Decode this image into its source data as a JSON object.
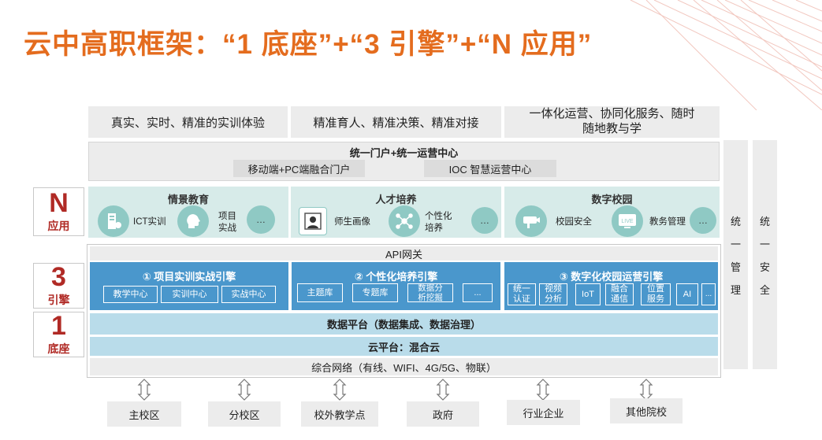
{
  "title": "云中高职框架：“1 底座”+“3 引擎”+“N 应用”",
  "goals": [
    "真实、实时、精准的实训体验",
    "精准育人、精准决策、精准对接",
    "一体化运营、协同化服务、随时随地教与学"
  ],
  "portal": {
    "title": "统一门户+统一运营中心",
    "items": [
      "移动端+PC端融合门户",
      "IOC 智慧运营中心"
    ]
  },
  "layer_labels": {
    "n": {
      "big": "N",
      "small": "应用"
    },
    "three": {
      "big": "3",
      "small": "引擎"
    },
    "one": {
      "big": "1",
      "small": "底座"
    }
  },
  "apps": [
    {
      "title": "情景教育",
      "items": [
        {
          "label": "ICT实训",
          "icon": "server-icon"
        },
        {
          "label": "项目\n实战",
          "icon": "head-icon"
        },
        {
          "label": "…",
          "icon": "more-icon"
        }
      ]
    },
    {
      "title": "人才培养",
      "items": [
        {
          "label": "师生画像",
          "icon": "portrait-icon"
        },
        {
          "label": "个性化\n培养",
          "icon": "network-icon"
        },
        {
          "label": "…",
          "icon": "more-icon"
        }
      ]
    },
    {
      "title": "数字校园",
      "items": [
        {
          "label": "校园安全",
          "icon": "camera-icon"
        },
        {
          "label": "教务管理",
          "icon": "live-screen-icon"
        },
        {
          "label": "…",
          "icon": "more-icon"
        }
      ]
    }
  ],
  "api_gateway": "API网关",
  "engines": [
    {
      "title": "① 项目实训实战引擎",
      "chips": [
        "教学中心",
        "实训中心",
        "实战中心"
      ]
    },
    {
      "title": "② 个性化培养引擎",
      "chips": [
        "主题库",
        "专题库",
        "数据分\n析挖掘",
        "..."
      ]
    },
    {
      "title": "③ 数字化校园运营引擎",
      "chips": [
        "统一\n认证",
        "视频\n分析",
        "IoT",
        "融合\n通信",
        "位置\n服务",
        "AI",
        "..."
      ]
    }
  ],
  "data_platform": "数据平台（数据集成、数据治理）",
  "cloud_platform": "云平台：混合云",
  "network": "综合网络（有线、WIFI、4G/5G、物联）",
  "side_columns": [
    [
      "统",
      "一",
      "管",
      "理"
    ],
    [
      "统",
      "一",
      "安",
      "全"
    ]
  ],
  "sites": [
    "主校区",
    "分校区",
    "校外教学点",
    "政府",
    "行业企业",
    "其他院校"
  ],
  "colors": {
    "title": "#e46c1e",
    "label": "#b02a25",
    "engine": "#4a97cc",
    "app_bg": "#d7ebe9",
    "band": "#b9dcea",
    "icon": "#8fc9c4"
  }
}
